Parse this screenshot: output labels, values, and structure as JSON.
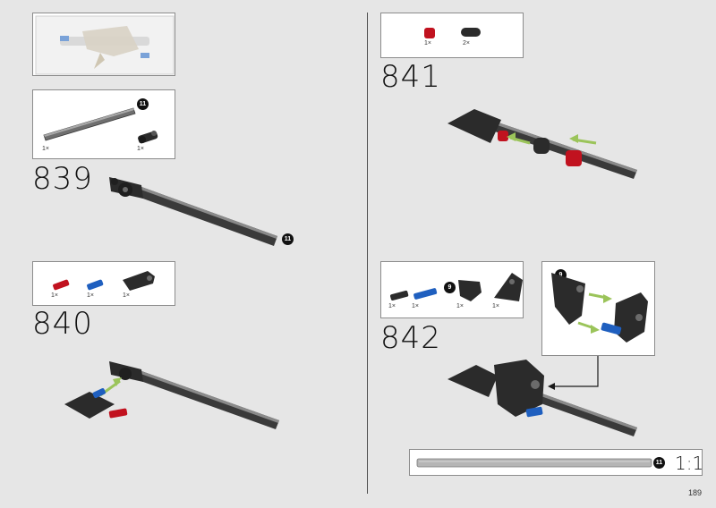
{
  "page": {
    "number": "189",
    "scale_label": "1:1"
  },
  "steps": [
    {
      "number": "839",
      "parts": [
        {
          "qty": "1×"
        },
        {
          "qty": "1×"
        }
      ],
      "callout_badge": "11",
      "result_badge": "11"
    },
    {
      "number": "840",
      "parts": [
        {
          "qty": "1×"
        },
        {
          "qty": "1×"
        },
        {
          "qty": "1×"
        }
      ]
    },
    {
      "number": "841",
      "parts": [
        {
          "qty": "1×"
        },
        {
          "qty": "2×"
        }
      ]
    },
    {
      "number": "842",
      "parts": [
        {
          "qty": "1×"
        },
        {
          "qty": "1×"
        },
        {
          "qty": "1×"
        },
        {
          "qty": "1×"
        }
      ],
      "parts_badge": "9",
      "subassembly_badge": "9"
    }
  ],
  "ruler": {
    "badge": "11"
  },
  "colors": {
    "red": "#c1121f",
    "blue": "#1f5fbf",
    "dark": "#2b2b2b",
    "green_arrow": "#9bc45a"
  }
}
